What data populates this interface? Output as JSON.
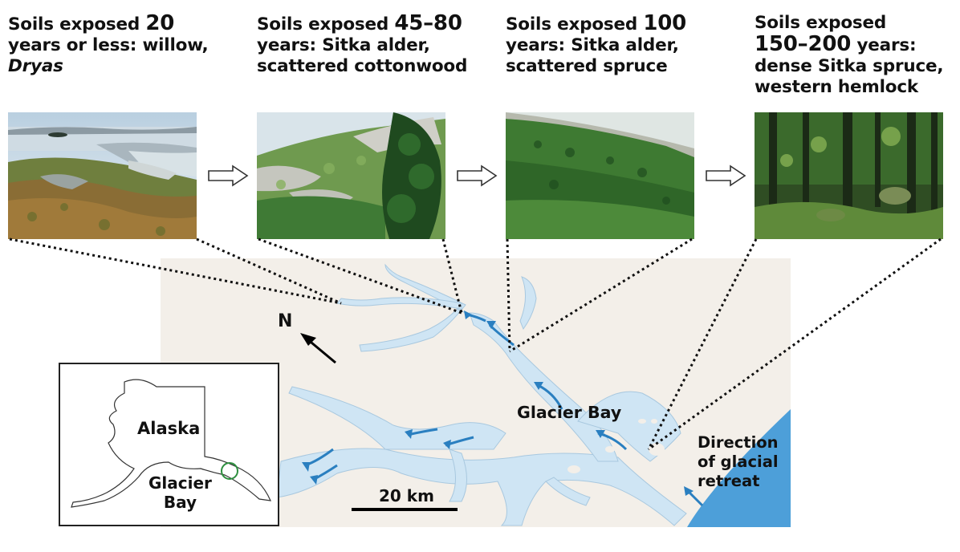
{
  "stages": [
    {
      "prefix": "Soils exposed ",
      "years": "20",
      "line2": "years or less: willow,",
      "line3": "Dryas"
    },
    {
      "prefix": "Soils exposed ",
      "years": "45–80",
      "line2": "years: Sitka alder,",
      "line3": "scattered cottonwood"
    },
    {
      "prefix": "Soils exposed ",
      "years": "100",
      "line2": "years: Sitka alder,",
      "line3": "scattered spruce"
    },
    {
      "prefix": "Soils exposed",
      "years": "150–200",
      "years_suffix": " years:",
      "line3": "dense Sitka spruce,",
      "line4": "western hemlock"
    }
  ],
  "map": {
    "north": "N",
    "bay_label": "Glacier Bay",
    "retreat_label": [
      "Direction",
      "of glacial",
      "retreat"
    ],
    "scale": "20 km",
    "inset": {
      "state": "Alaska",
      "place_line1": "Glacier",
      "place_line2": "Bay"
    }
  },
  "colors": {
    "water": "#cfe5f4",
    "land": "#f3efe9",
    "ocean": "#4d9fd9",
    "flow_arrow": "#2a7fc0"
  }
}
